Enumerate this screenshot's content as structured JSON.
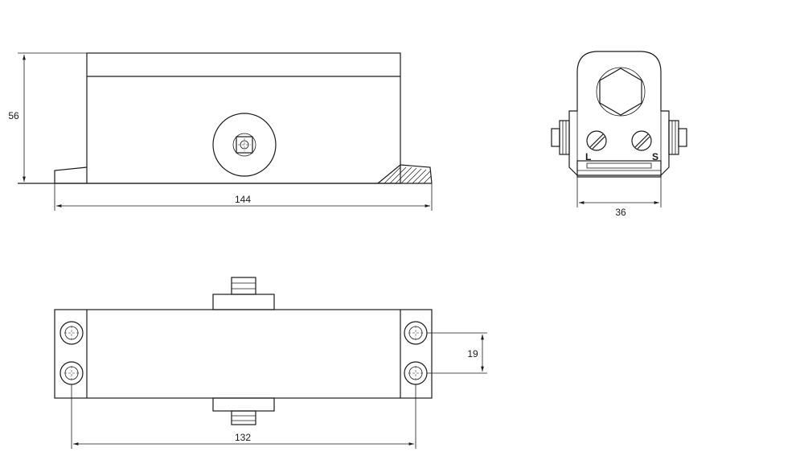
{
  "dimensions": {
    "height": "56",
    "length": "144",
    "width": "36",
    "hole_spacing": "19",
    "hole_pitch": "132"
  },
  "markings": {
    "left_valve": "L",
    "right_valve": "S"
  }
}
